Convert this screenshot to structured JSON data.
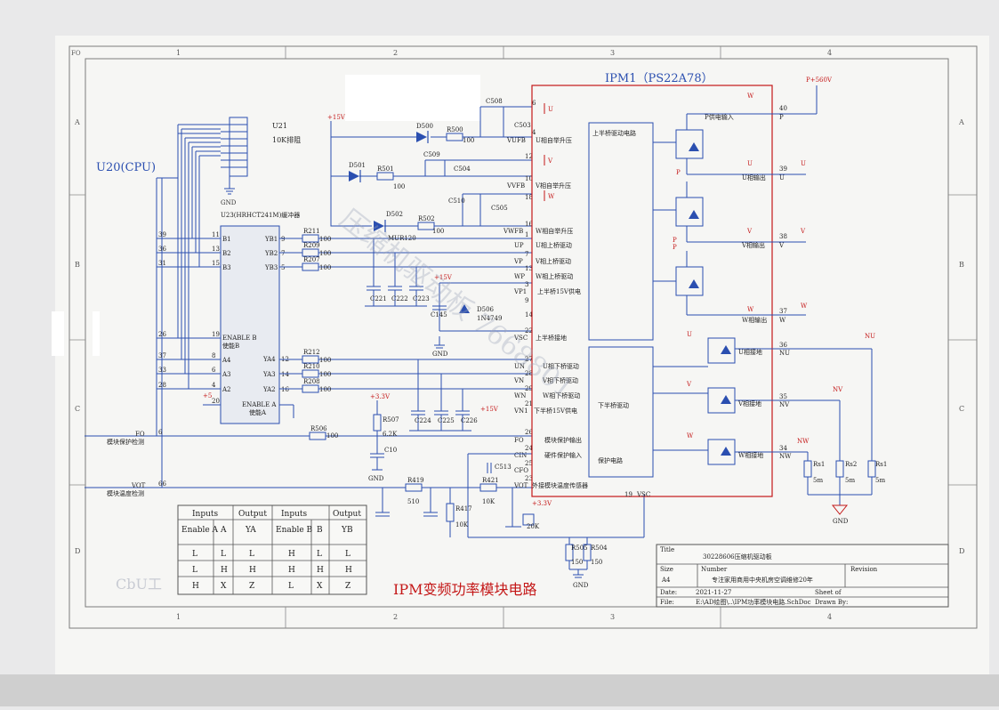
{
  "frame": {
    "col_labels": [
      "1",
      "2",
      "3",
      "4"
    ],
    "row_labels": [
      "A",
      "B",
      "C",
      "D"
    ],
    "corner": "FO"
  },
  "title": {
    "ipm": "IPM1（PS22A78）",
    "bottom": "IPM变频功率模块电路",
    "cpu": "U20(CPU)"
  },
  "power": {
    "p560": "P+560V",
    "v15a": "+15V",
    "v15b": "+15V",
    "v15c": "+15V",
    "v33a": "+3.3V",
    "v33b": "+3.3V",
    "v5": "+5"
  },
  "gnd": "GND",
  "u21": {
    "ref": "U21",
    "desc": "10K排阻"
  },
  "u23": {
    "title": "U23(HRHCT241M)缓冲器",
    "left_pins": [
      {
        "net": "39",
        "pin": "11",
        "name": "B1"
      },
      {
        "net": "36",
        "pin": "13",
        "name": "B2"
      },
      {
        "net": "31",
        "pin": "15",
        "name": "B3"
      },
      {
        "net": "26",
        "pin": "19",
        "name": "ENABLE B"
      },
      {
        "net": "37",
        "pin": "8",
        "name": "A4"
      },
      {
        "net": "33",
        "pin": "6",
        "name": "A3"
      },
      {
        "net": "28",
        "pin": "4",
        "name": "A2"
      },
      {
        "net": "+5",
        "pin": "20",
        "name": ""
      }
    ],
    "enable_b_cn": "使能B",
    "right_pins": [
      {
        "name": "YB1",
        "pin": "9"
      },
      {
        "name": "YB2",
        "pin": "7"
      },
      {
        "name": "YB3",
        "pin": "5"
      },
      {
        "name": "YA4",
        "pin": "12"
      },
      {
        "name": "YA3",
        "pin": "14"
      },
      {
        "name": "YA2",
        "pin": "16"
      }
    ],
    "enable_a": "ENABLE A",
    "enable_a_cn": "使能A"
  },
  "resistors": [
    {
      "ref": "R211",
      "val": "100"
    },
    {
      "ref": "R209",
      "val": "100"
    },
    {
      "ref": "R207",
      "val": "100"
    },
    {
      "ref": "R212",
      "val": "100"
    },
    {
      "ref": "R210",
      "val": "100"
    },
    {
      "ref": "R208",
      "val": "100"
    },
    {
      "ref": "R506",
      "val": "100"
    },
    {
      "ref": "R500",
      "val": "100"
    },
    {
      "ref": "R501",
      "val": "100"
    },
    {
      "ref": "R502",
      "val": "100"
    },
    {
      "ref": "R507",
      "val": "6.2K"
    },
    {
      "ref": "R419",
      "val": "510"
    },
    {
      "ref": "R417",
      "val": "10K"
    },
    {
      "ref": "R421",
      "val": "10K"
    },
    {
      "ref": "R505",
      "val": "150"
    },
    {
      "ref": "R504",
      "val": "150"
    }
  ],
  "diodes": [
    {
      "ref": "D500",
      "val": ""
    },
    {
      "ref": "D501",
      "val": ""
    },
    {
      "ref": "D502",
      "val": "MUR120"
    },
    {
      "ref": "D506",
      "val": "1N4749"
    }
  ],
  "caps": [
    "C508",
    "C503",
    "C509",
    "C504",
    "C510",
    "C505",
    "C221",
    "C222",
    "C223",
    "C145",
    "C224",
    "C225",
    "C226",
    "C10",
    "C513"
  ],
  "ipm_pins_left": [
    {
      "num": "6",
      "name": ""
    },
    {
      "num": "4",
      "name": "VUFB",
      "func": "U相自举升压"
    },
    {
      "num": "12",
      "name": ""
    },
    {
      "num": "10",
      "name": "VVFB",
      "func": "V相自举升压"
    },
    {
      "num": "18",
      "name": ""
    },
    {
      "num": "16",
      "name": "VWFB",
      "func": "W相自举升压"
    },
    {
      "num": "1",
      "name": "UP",
      "func": "U相上桥驱动"
    },
    {
      "num": "7",
      "name": "VP",
      "func": "V相上桥驱动"
    },
    {
      "num": "13",
      "name": "WP",
      "func": "W相上桥驱动"
    },
    {
      "num": "3",
      "name": "VP1",
      "func": "上半桥15V供电"
    },
    {
      "num": "9",
      "name": ""
    },
    {
      "num": "14",
      "name": ""
    },
    {
      "num": "22",
      "name": "VSC",
      "func": "上半桥接地"
    },
    {
      "num": "27",
      "name": "UN",
      "func": "U相下桥驱动"
    },
    {
      "num": "28",
      "name": "VN",
      "func": "V相下桥驱动"
    },
    {
      "num": "29",
      "name": "WN",
      "func": "W相下桥驱动"
    },
    {
      "num": "21",
      "name": "VN1",
      "func": "下半桥15V供电"
    },
    {
      "num": "26",
      "name": "FO",
      "func": "模块保护输出"
    },
    {
      "num": "24",
      "name": "CIN",
      "func": "硬件保护输入"
    },
    {
      "num": "25",
      "name": "CFO",
      "func": ""
    },
    {
      "num": "23",
      "name": "VOT",
      "func": "外接模块温度传感器"
    }
  ],
  "ipm_blocks": {
    "upper": "上半桥驱动电路",
    "lower": "下半桥驱动",
    "protect": "保护电路",
    "vsc_pin": "19",
    "vsc_label": "VSC"
  },
  "ipm_right": [
    {
      "text": "P供电输入",
      "num": "40",
      "sym": "P"
    },
    {
      "text": "U相输出",
      "num": "39",
      "sym": "U"
    },
    {
      "text": "V相输出",
      "num": "38",
      "sym": "V"
    },
    {
      "text": "W相输出",
      "num": "37",
      "sym": "W"
    },
    {
      "text": "U相接地",
      "num": "36",
      "sym": "NU"
    },
    {
      "text": "V相接地",
      "num": "35",
      "sym": "NV"
    },
    {
      "text": "W相接地",
      "num": "34",
      "sym": "NW"
    }
  ],
  "transistor_labels": [
    "P",
    "P",
    "P",
    "W",
    "U",
    "V",
    "W",
    "U",
    "V",
    "W"
  ],
  "shunts": [
    {
      "ref": "Rs1",
      "val": "5m"
    },
    {
      "ref": "Rs2",
      "val": "5m"
    },
    {
      "ref": "Rs1",
      "val": "5m"
    }
  ],
  "signals": {
    "fo_net": "FO",
    "fo_desc": "模块保护检测",
    "fo_pin": "6",
    "vot_net": "VOT",
    "vot_desc": "模块温度检测",
    "vot_pin": "66",
    "therm": "20K",
    "cap_stack_label": "C513"
  },
  "truth_table": {
    "header_top": [
      "Inputs",
      "Output",
      "Inputs",
      "Output"
    ],
    "header_sub": [
      "Enable A",
      "A",
      "YA",
      "Enable B",
      "B",
      "YB"
    ],
    "rows": [
      [
        "L",
        "L",
        "L",
        "H",
        "L",
        "L"
      ],
      [
        "L",
        "H",
        "H",
        "H",
        "H",
        "H"
      ],
      [
        "H",
        "X",
        "Z",
        "L",
        "X",
        "Z"
      ]
    ]
  },
  "title_block": {
    "title_label": "Title",
    "title_value": "30228606压缩机驱动板",
    "size_label": "Size",
    "size_value": "A4",
    "number_label": "Number",
    "number_value": "专注家用商用中央机房空调维修20年",
    "revision_label": "Revision",
    "date_label": "Date:",
    "date_value": "2021-11-27",
    "sheet_label": "Sheet    of",
    "file_label": "File:",
    "file_value": "E:\\AD绘图\\..\\IPM功率模块电路.SchDoc",
    "drawn_label": "Drawn By:"
  },
  "watermark": "压缩机驱动板 7668801",
  "bleed_text": "CbU工"
}
